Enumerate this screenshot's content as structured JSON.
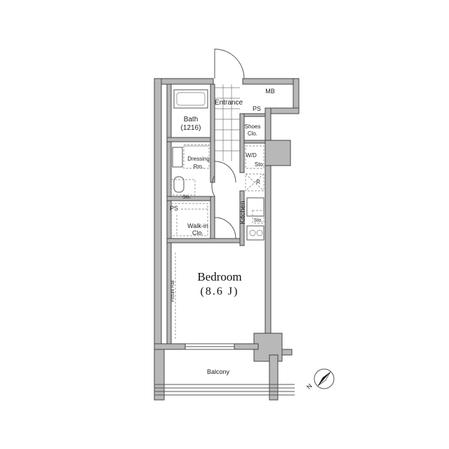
{
  "rooms": {
    "entrance": "Entrance",
    "mb": "MB",
    "ps_top": "PS",
    "bath": "Bath",
    "bath_size": "(1216)",
    "shoes_1": "Shoes",
    "shoes_2": "Clo.",
    "wd": "W/D",
    "sto_1": "Sto.",
    "dressing_1": "Dressing",
    "dressing_2": "Rm.",
    "sto_2": "Sto.",
    "r_label": "R",
    "kitchen": "Kitchen",
    "sto_3": "Sto.",
    "ps_left": "PS",
    "walkin_1": "Walk-in",
    "walkin_2": "Clo.",
    "bedroom": "Bedroom",
    "bedroom_size": "(8.6 J)",
    "picture_rail": "Picture Rail",
    "balcony": "Balcony"
  },
  "compass": {
    "north_label": "N"
  }
}
